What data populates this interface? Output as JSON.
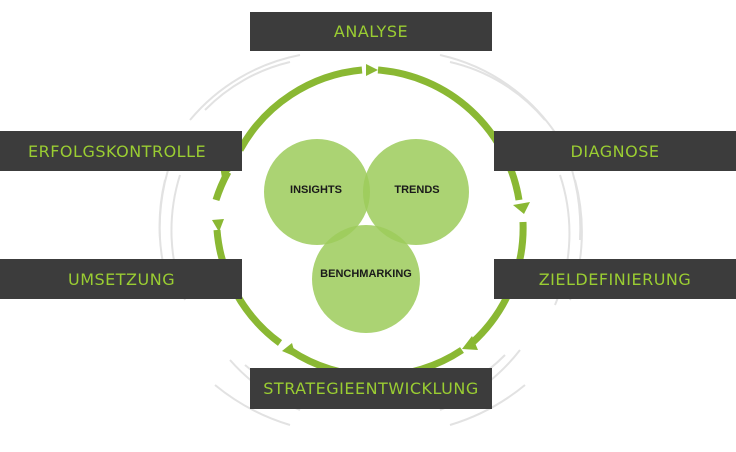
{
  "stages": {
    "analyse": "ANALYSE",
    "diagnose": "DIAGNOSE",
    "zieldefinierung": "ZIELDEFINIERUNG",
    "strategieentwicklung": "STRATEGIEENTWICKLUNG",
    "umsetzung": "UMSETZUNG",
    "erfolgskontrolle": "ERFOLGSKONTROLLE"
  },
  "center": {
    "insights": "INSIGHTS",
    "trends": "TRENDS",
    "benchmarking": "BENCHMARKING"
  },
  "colors": {
    "accent": "#8ab833",
    "circle_fill": "#9ccb5a",
    "box_bg": "#3c3c3c",
    "box_text": "#9acd32",
    "ring_gray": "#dedede"
  }
}
